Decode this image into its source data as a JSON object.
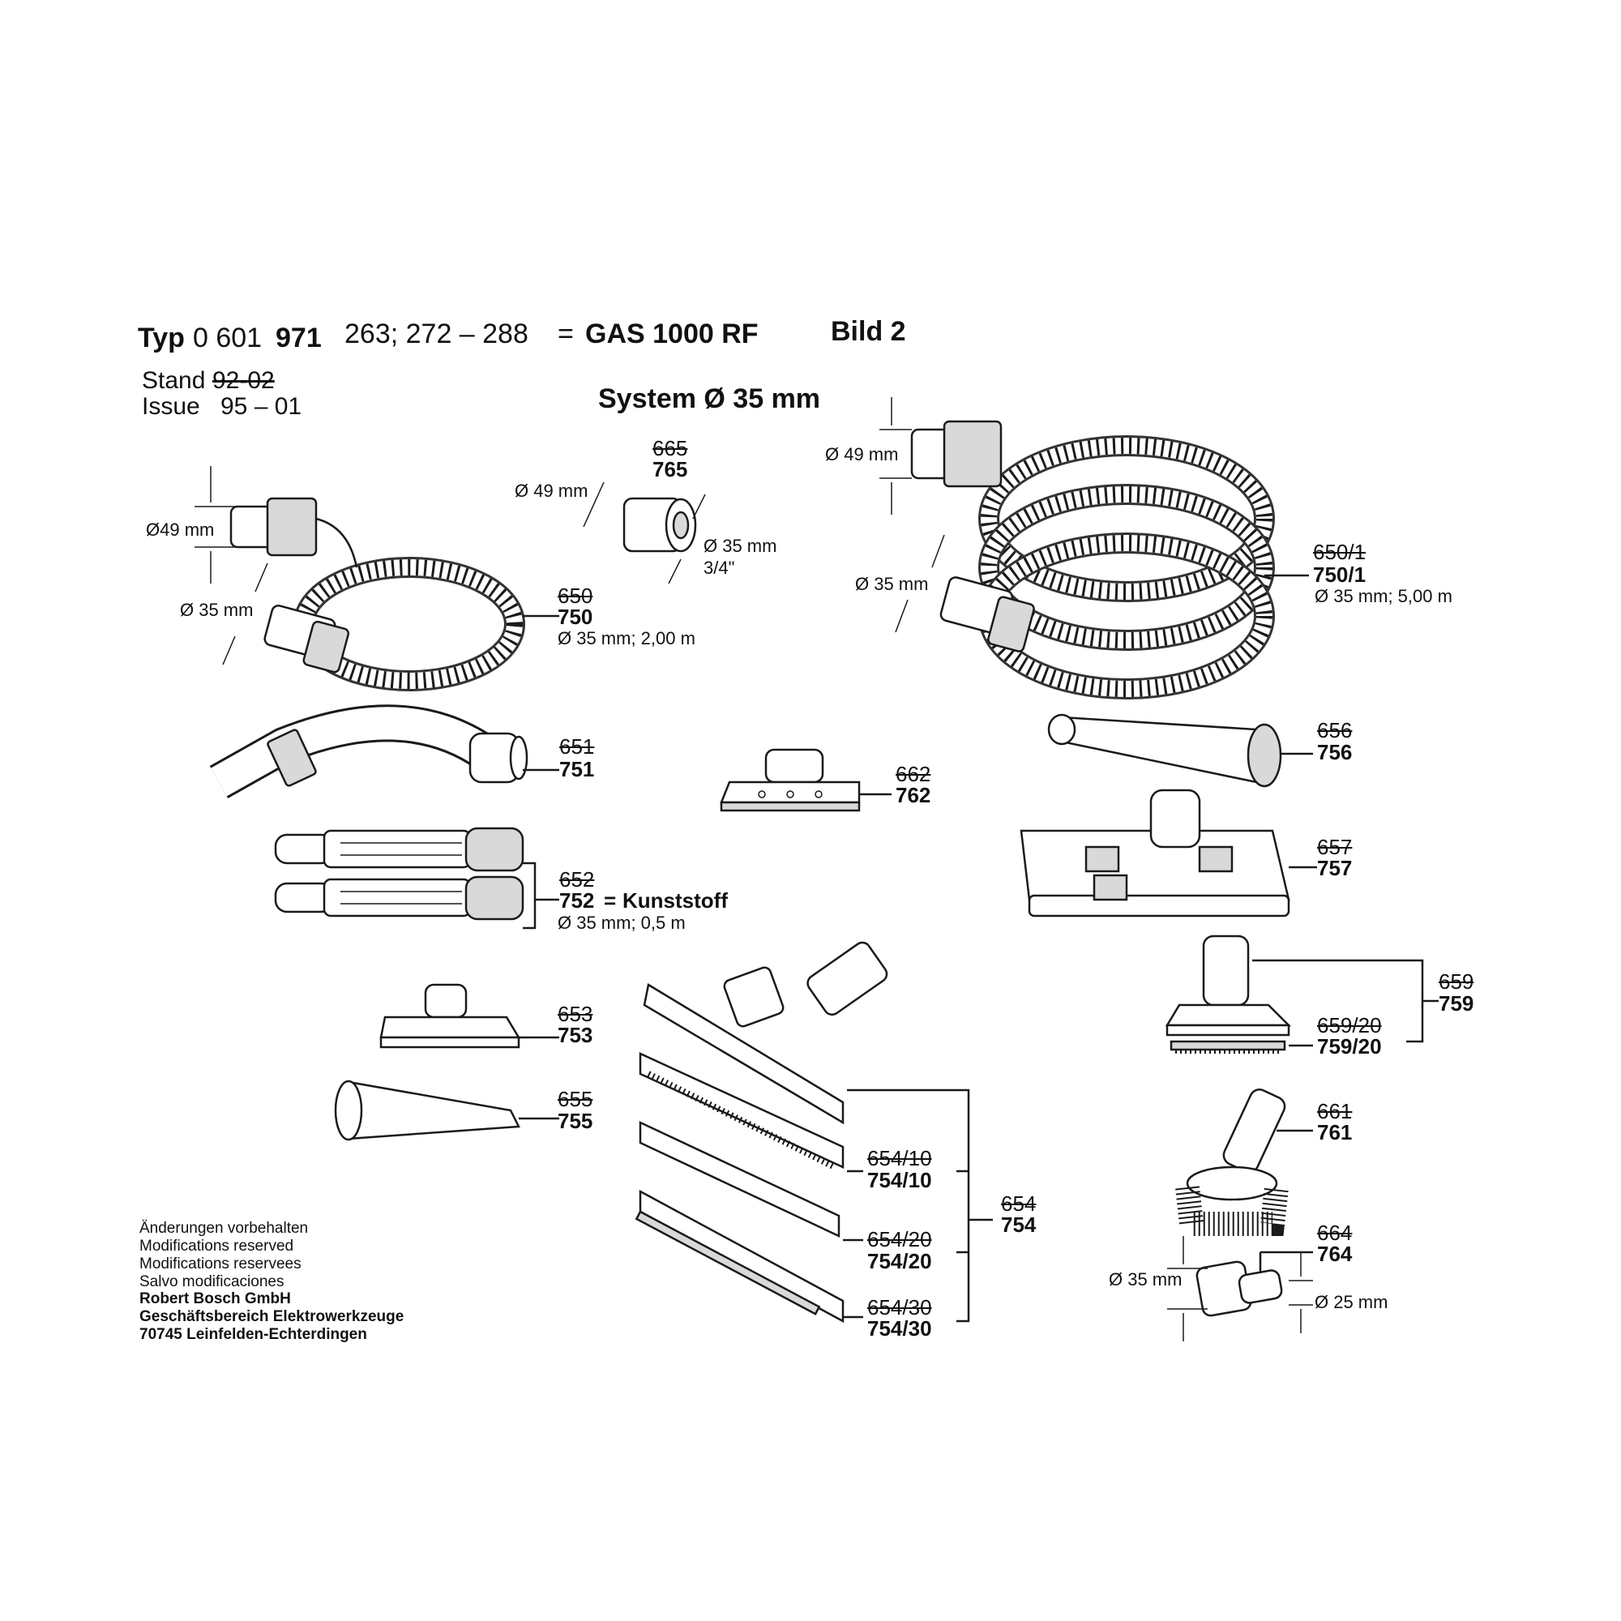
{
  "header": {
    "typ_word": "Typ",
    "typ_number_plain": "0 601",
    "typ_number_bold": "971",
    "variants": "263; 272 – 288",
    "equals": "=",
    "model": "GAS  1000 RF",
    "bild": "Bild 2",
    "stand_label": "Stand",
    "stand_value": "92-02",
    "issue_label": "Issue",
    "issue_value": "95 – 01",
    "system": "System Ø 35 mm"
  },
  "parts": {
    "p765": {
      "old": "665",
      "new": "765",
      "dim_a": "Ø 49 mm",
      "dim_b": "Ø 35 mm",
      "dim_c": "3/4\""
    },
    "p750": {
      "old": "650",
      "new": "750",
      "spec": "Ø 35 mm; 2,00 m",
      "dim_a": "Ø49 mm",
      "dim_b": "Ø 35 mm"
    },
    "p750_1": {
      "old": "650/1",
      "new": "750/1",
      "spec": "Ø 35 mm; 5,00 m",
      "dim_a": "Ø 49 mm",
      "dim_b": "Ø 35 mm"
    },
    "p751": {
      "old": "651",
      "new": "751"
    },
    "p762": {
      "old": "662",
      "new": "762"
    },
    "p756": {
      "old": "656",
      "new": "756"
    },
    "p757": {
      "old": "657",
      "new": "757"
    },
    "p752": {
      "old": "652",
      "new": "752",
      "eq": "=",
      "material": "Kunststoff",
      "spec": "Ø 35 mm; 0,5 m"
    },
    "p753": {
      "old": "653",
      "new": "753"
    },
    "p755": {
      "old": "655",
      "new": "755"
    },
    "p759": {
      "old": "659",
      "new": "759"
    },
    "p759_20": {
      "old": "659/20",
      "new": "759/20"
    },
    "p761": {
      "old": "661",
      "new": "761"
    },
    "p764": {
      "old": "664",
      "new": "764",
      "dim_a": "Ø 35 mm",
      "dim_b": "Ø 25 mm"
    },
    "p754": {
      "old": "654",
      "new": "754"
    },
    "p754_10": {
      "old": "654/10",
      "new": "754/10"
    },
    "p754_20": {
      "old": "654/20",
      "new": "754/20"
    },
    "p754_30": {
      "old": "654/30",
      "new": "754/30"
    }
  },
  "footer": {
    "line1": "Änderungen vorbehalten",
    "line2": "Modifications reserved",
    "line3": "Modifications reservees",
    "line4": "Salvo modificaciones",
    "line5": "Robert Bosch GmbH",
    "line6": "Geschäftsbereich Elektrowerkzeuge",
    "line7": "70745 Leinfelden-Echterdingen"
  }
}
